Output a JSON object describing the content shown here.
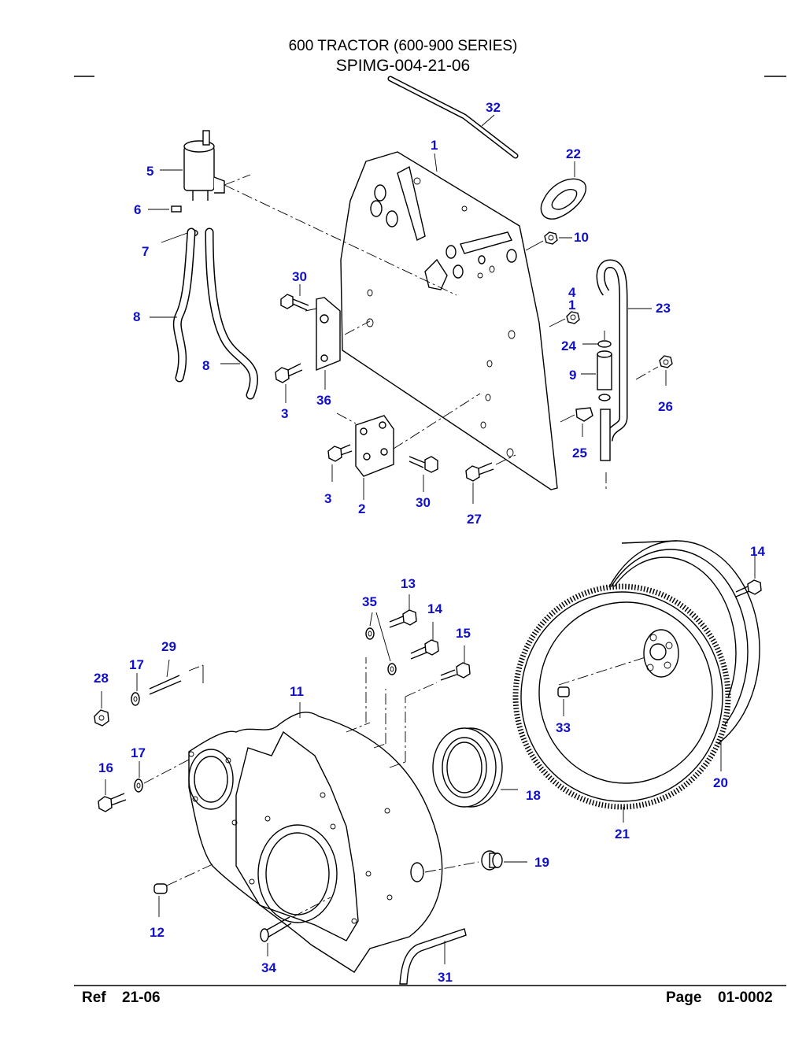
{
  "header": {
    "title": "600 TRACTOR (600-900 SERIES)",
    "subtitle": "SPIMG-004-21-06"
  },
  "footer": {
    "ref_label": "Ref",
    "ref_value": "21-06",
    "page_label": "Page",
    "page_value": "01-0002"
  },
  "callouts": [
    {
      "id": "c32",
      "label": "32"
    },
    {
      "id": "c1",
      "label": "1"
    },
    {
      "id": "c22",
      "label": "22"
    },
    {
      "id": "c5",
      "label": "5"
    },
    {
      "id": "c6",
      "label": "6"
    },
    {
      "id": "c7",
      "label": "7"
    },
    {
      "id": "c10",
      "label": "10"
    },
    {
      "id": "c30a",
      "label": "30"
    },
    {
      "id": "c4",
      "label": "4"
    },
    {
      "id": "c1b",
      "label": "1"
    },
    {
      "id": "c23",
      "label": "23"
    },
    {
      "id": "c8a",
      "label": "8"
    },
    {
      "id": "c24",
      "label": "24"
    },
    {
      "id": "c8b",
      "label": "8"
    },
    {
      "id": "c9",
      "label": "9"
    },
    {
      "id": "c26",
      "label": "26"
    },
    {
      "id": "c3a",
      "label": "3"
    },
    {
      "id": "c36",
      "label": "36"
    },
    {
      "id": "c25",
      "label": "25"
    },
    {
      "id": "c3b",
      "label": "3"
    },
    {
      "id": "c2",
      "label": "2"
    },
    {
      "id": "c30b",
      "label": "30"
    },
    {
      "id": "c27",
      "label": "27"
    },
    {
      "id": "c14a",
      "label": "14"
    },
    {
      "id": "c13",
      "label": "13"
    },
    {
      "id": "c35",
      "label": "35"
    },
    {
      "id": "c14b",
      "label": "14"
    },
    {
      "id": "c15",
      "label": "15"
    },
    {
      "id": "c29",
      "label": "29"
    },
    {
      "id": "c17a",
      "label": "17"
    },
    {
      "id": "c28",
      "label": "28"
    },
    {
      "id": "c11",
      "label": "11"
    },
    {
      "id": "c33",
      "label": "33"
    },
    {
      "id": "c17b",
      "label": "17"
    },
    {
      "id": "c16",
      "label": "16"
    },
    {
      "id": "c20",
      "label": "20"
    },
    {
      "id": "c18",
      "label": "18"
    },
    {
      "id": "c21",
      "label": "21"
    },
    {
      "id": "c19",
      "label": "19"
    },
    {
      "id": "c12",
      "label": "12"
    },
    {
      "id": "c34",
      "label": "34"
    },
    {
      "id": "c31",
      "label": "31"
    }
  ]
}
